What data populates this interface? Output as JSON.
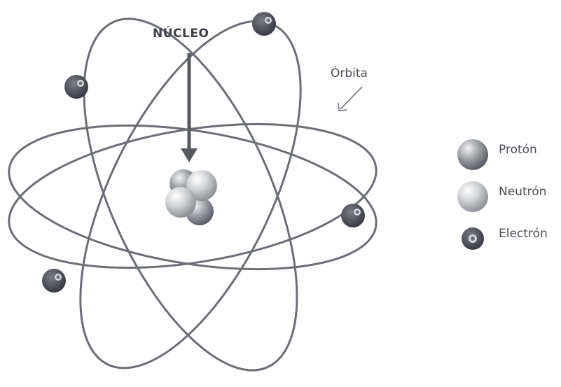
{
  "labels": {
    "nucleus": "NÚCLEO",
    "orbit": "Órbita"
  },
  "legend": {
    "items": [
      {
        "label": "Protón",
        "icon": "proton-sphere-icon"
      },
      {
        "label": "Neutrón",
        "icon": "neutron-sphere-icon"
      },
      {
        "label": "Electrón",
        "icon": "electron-icon"
      }
    ]
  },
  "colors": {
    "orbit": "#6b6e74",
    "proton": "#8a8d93",
    "neutron": "#c4c6ca",
    "electron": "#4b4e55"
  }
}
